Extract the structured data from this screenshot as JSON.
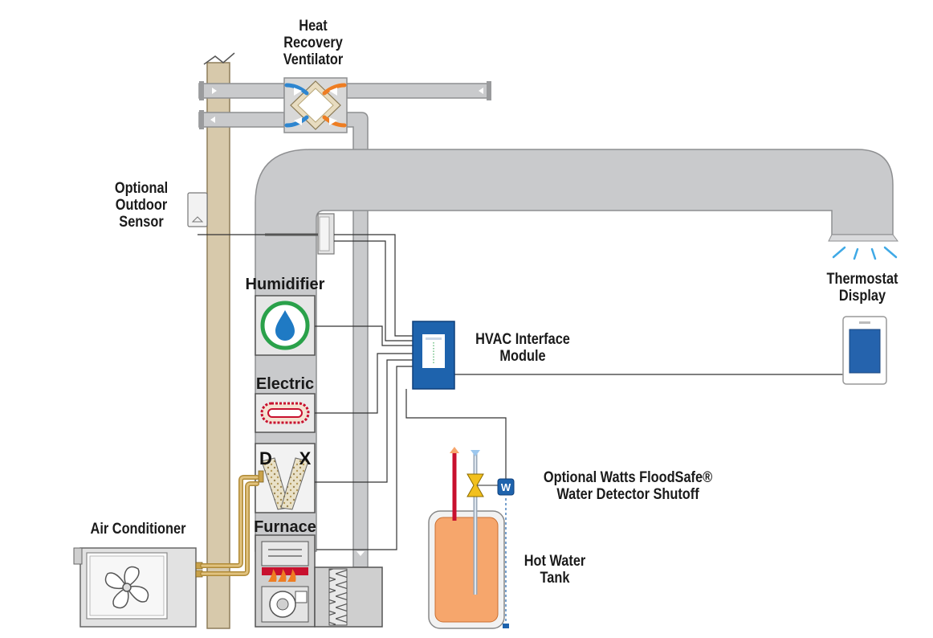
{
  "labels": {
    "hrv": [
      "Heat",
      "Recovery",
      "Ventilator"
    ],
    "outdoor_sensor": [
      "Optional",
      "Outdoor",
      "Sensor"
    ],
    "humidifier": "Humidifier",
    "electric": "Electric",
    "dx_left": "D",
    "dx_right": "X",
    "furnace": "Furnace",
    "air_conditioner": "Air Conditioner",
    "hvac_module": [
      "HVAC Interface",
      "Module"
    ],
    "thermostat": [
      "Thermostat",
      "Display"
    ],
    "floodsafe": [
      "Optional Watts FloodSafe®",
      "Water Detector Shutoff"
    ],
    "water_heater": [
      "Hot Water",
      "Tank"
    ],
    "floodsafe_badge": "W"
  },
  "colors": {
    "duct": "#c9cacc",
    "duct_stroke": "#8e8f91",
    "post": "#d7c9ab",
    "module_blue": "#1e63ad",
    "screen_blue": "#2563ad",
    "tank_orange": "#f6a66c",
    "cold_arrow": "#2e86d0",
    "warm_arrow": "#ee7d22",
    "brass": "#c9a24a",
    "coil_red": "#c8102e",
    "humidifier_green": "#2aa14a",
    "valve_yellow": "#f2c01e"
  },
  "icons": [
    "water-drop-icon",
    "fan-icon",
    "blower-icon",
    "shutoff-valve-icon",
    "sensor-icon",
    "vent-air-icon"
  ]
}
